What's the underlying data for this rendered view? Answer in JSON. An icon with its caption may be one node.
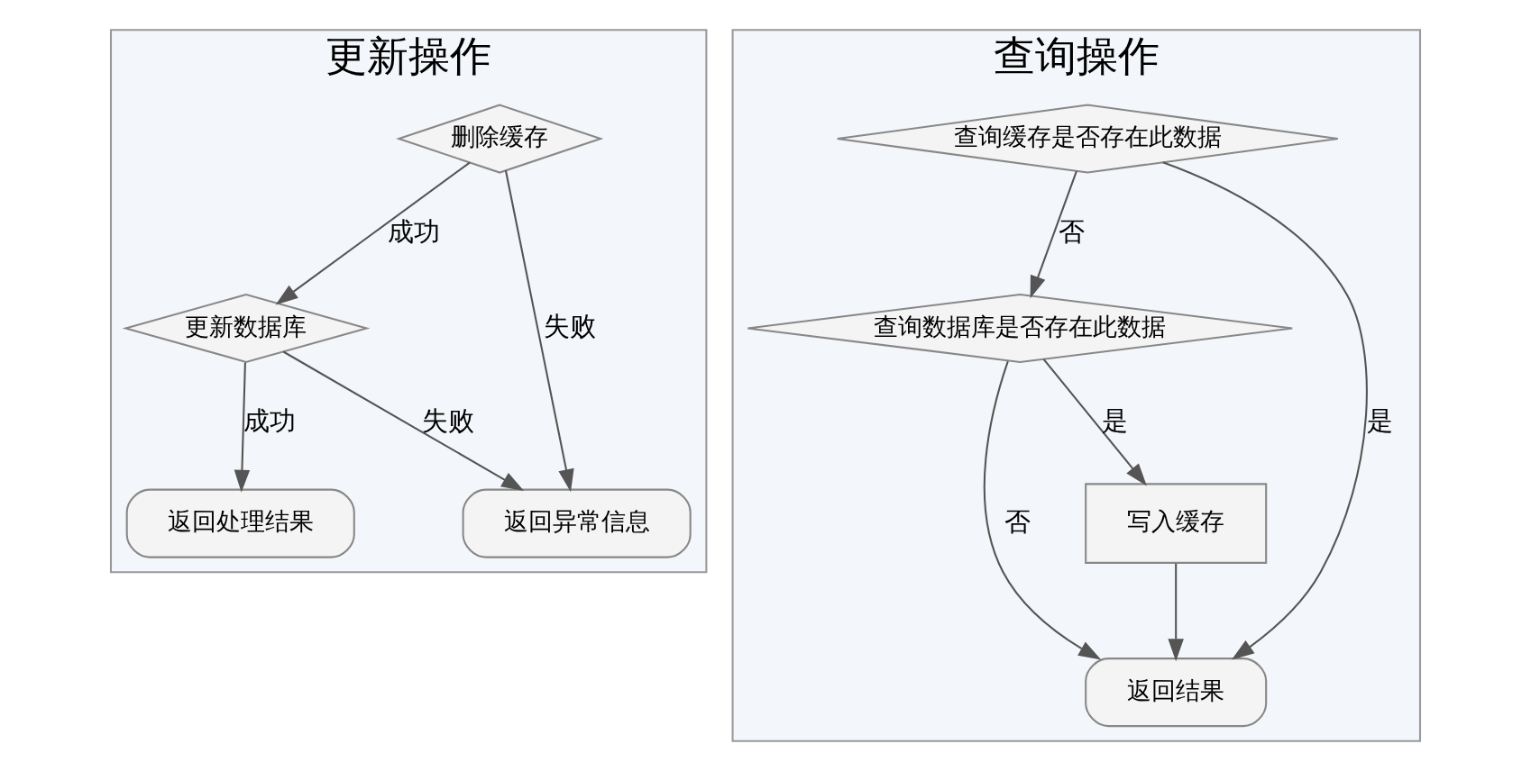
{
  "diagram": {
    "nodes": [
      {
        "text": [
          "更新操作"
        ]
      },
      {
        "text": [
          "删除缓存"
        ],
        "in": 0
      },
      {
        "text": [
          "更新数据库"
        ],
        "in": 0
      },
      {
        "text": [
          "返回异常信息"
        ],
        "in": 0
      },
      {
        "text": [
          "返回处理结果"
        ],
        "in": 0
      },
      {
        "text": [
          "查询操作"
        ]
      },
      {
        "text": [
          "查询缓存是否存在此数据"
        ],
        "in": 5
      },
      {
        "text": [
          "查询数据库是否存在此数据"
        ],
        "in": 5
      },
      {
        "text": [
          "返回结果"
        ],
        "in": 5
      },
      {
        "text": [
          "写入缓存"
        ],
        "in": 5
      }
    ],
    "edges": [
      {
        "from": 1,
        "to": 3,
        "arrow": "to",
        "label": "失败"
      },
      {
        "from": 1,
        "to": 2,
        "arrow": "to",
        "label": "成功"
      },
      {
        "from": 2,
        "to": 3,
        "arrow": "to",
        "label": "失败"
      },
      {
        "from": 2,
        "to": 4,
        "arrow": "to",
        "label": "成功"
      },
      {
        "from": 6,
        "to": 8,
        "arrow": "to",
        "label": "是"
      },
      {
        "from": 6,
        "to": 7,
        "arrow": "to",
        "label": "否"
      },
      {
        "from": 7,
        "to": 8,
        "arrow": "to",
        "label": "否"
      },
      {
        "from": 7,
        "to": 9,
        "arrow": "to",
        "label": "是"
      },
      {
        "from": 9,
        "to": 8,
        "arrow": "to"
      }
    ]
  }
}
